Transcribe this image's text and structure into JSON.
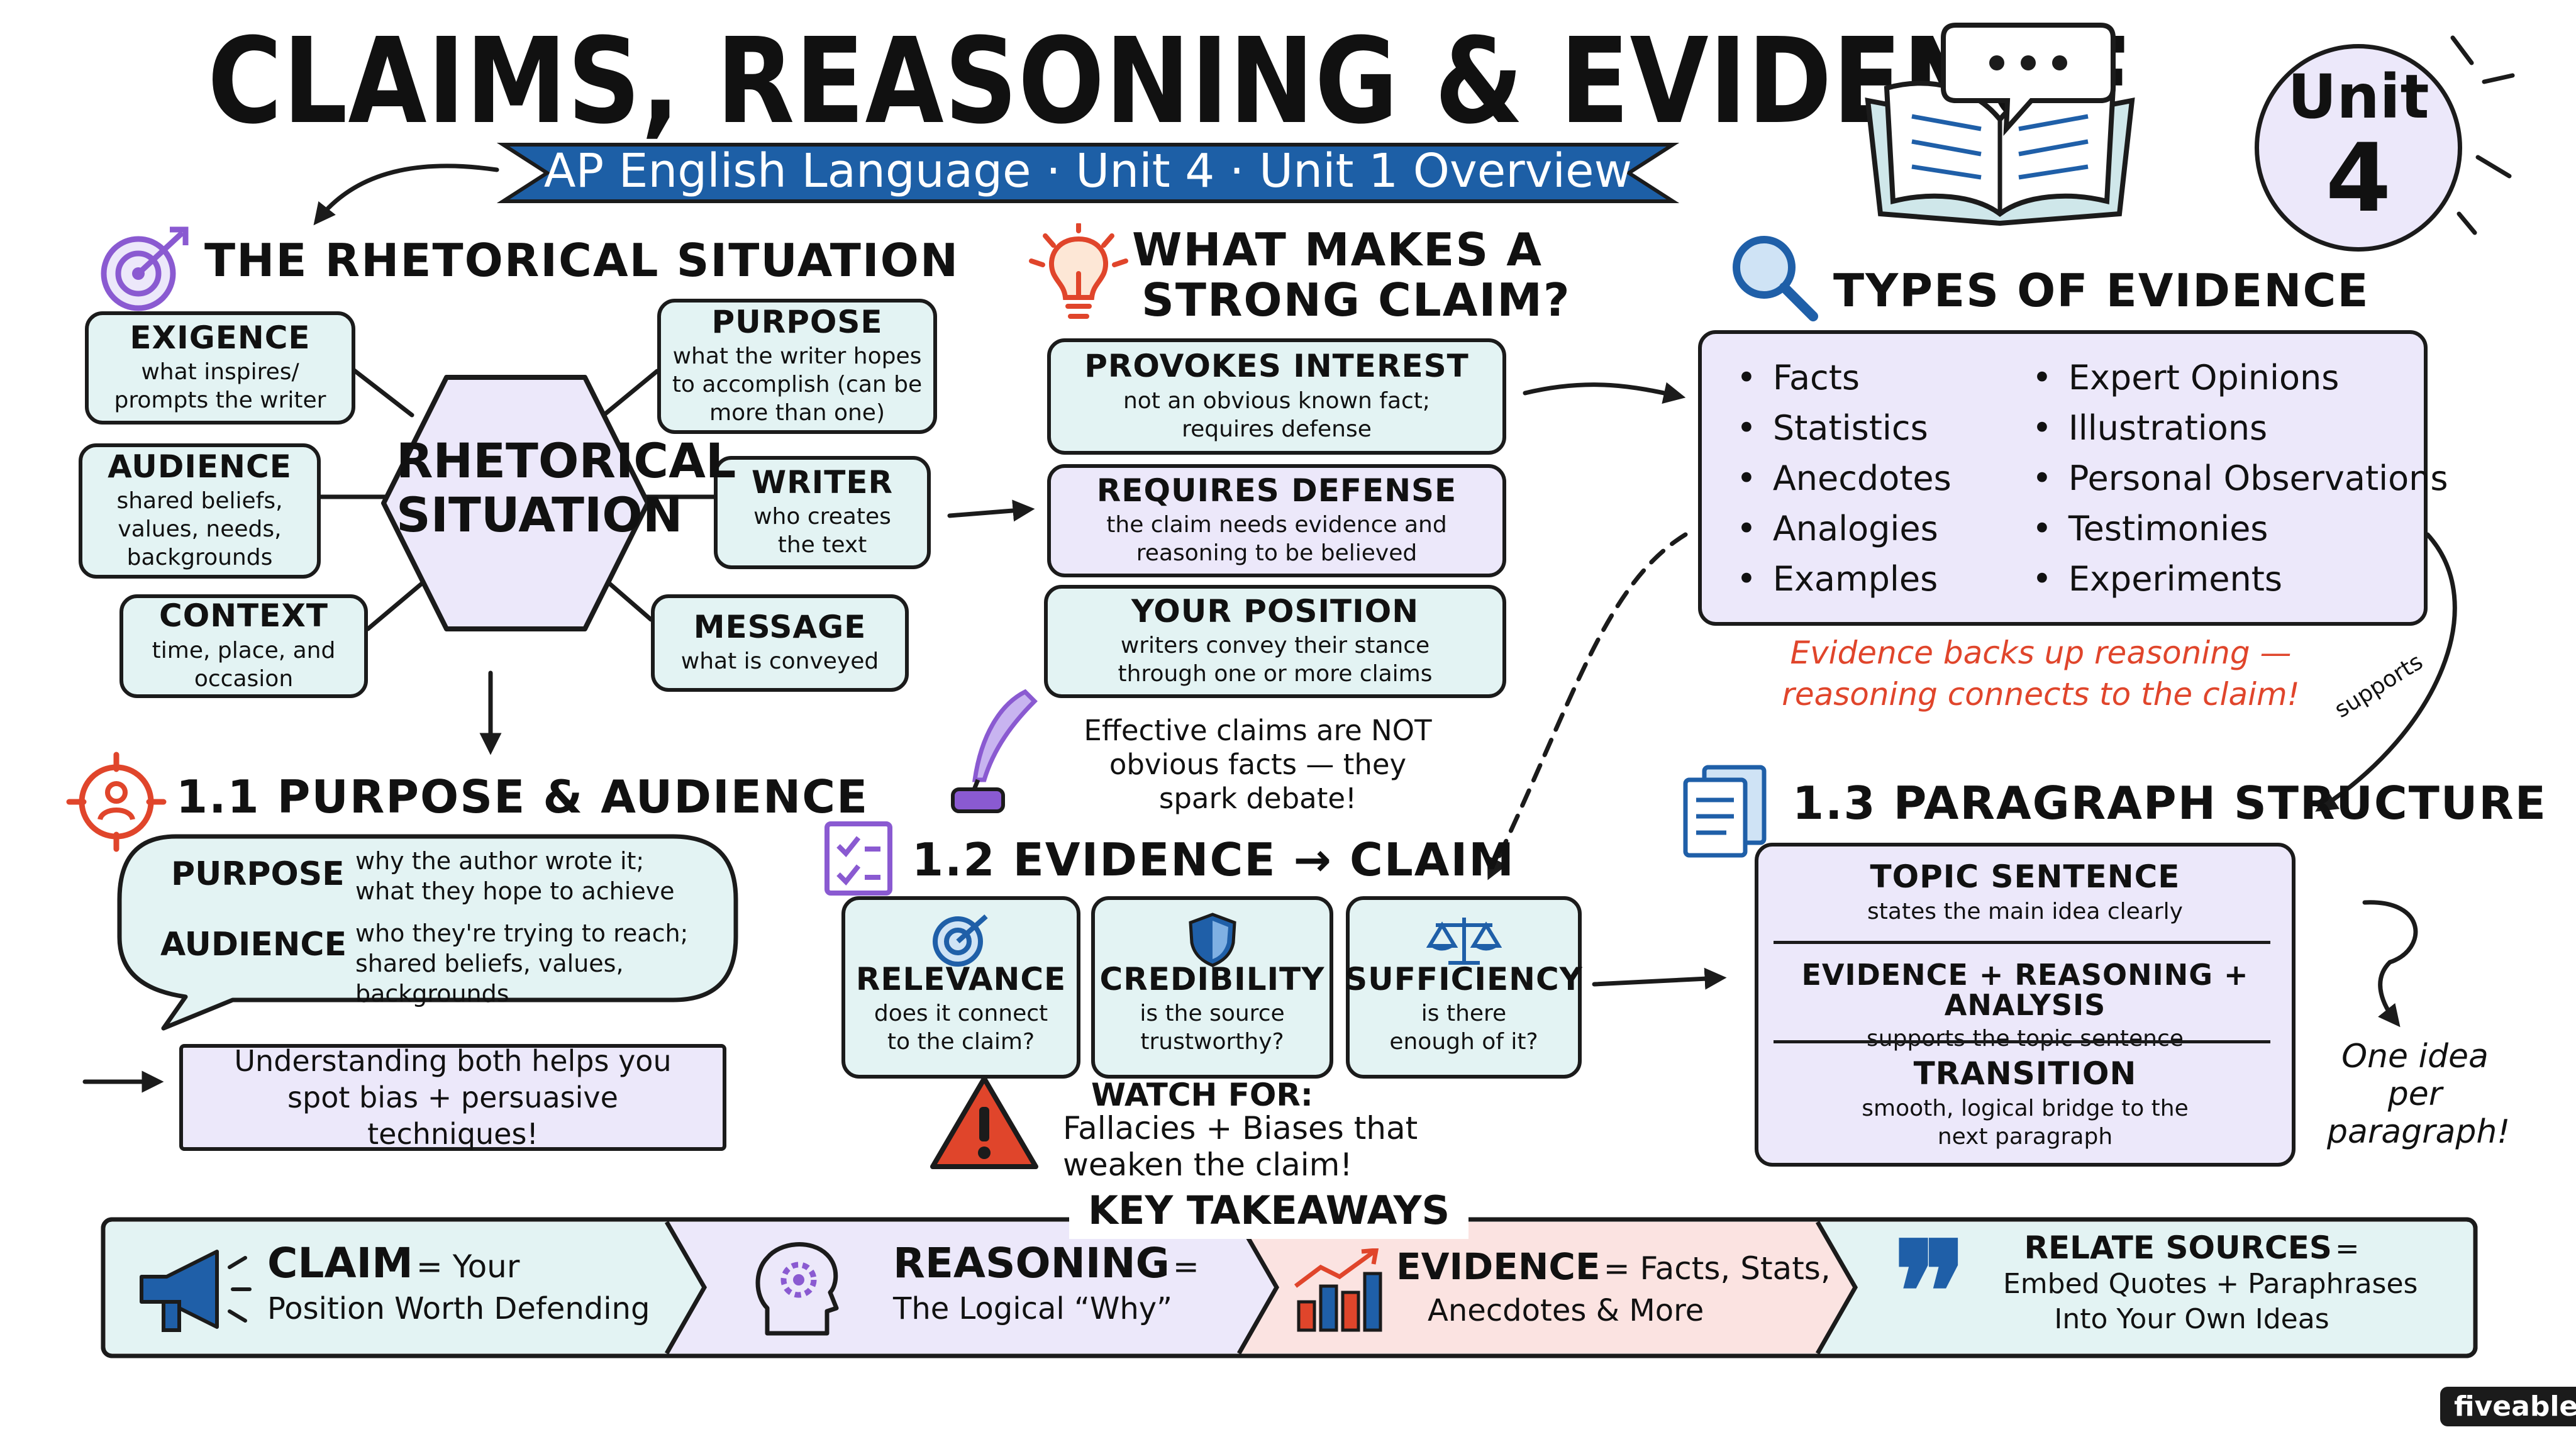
{
  "title": "CLAIMS, REASONING & EVIDENCE",
  "subtitle": "AP English Language · Unit 4 · Unit 1 Overview",
  "unit_badge": {
    "label": "Unit",
    "number": "4"
  },
  "rhetorical": {
    "heading": "THE RHETORICAL SITUATION",
    "center": "RHETORICAL SITUATION",
    "nodes": [
      {
        "title": "EXIGENCE",
        "desc": "what inspires/ prompts the writer"
      },
      {
        "title": "AUDIENCE",
        "desc": "shared beliefs, values, needs, backgrounds"
      },
      {
        "title": "CONTEXT",
        "desc": "time, place, and occasion"
      },
      {
        "title": "PURPOSE",
        "desc": "what the writer hopes to accomplish (can be more than one)"
      },
      {
        "title": "WRITER",
        "desc": "who creates the text"
      },
      {
        "title": "MESSAGE",
        "desc": "what is conveyed"
      }
    ]
  },
  "strong_claim": {
    "heading_line1": "WHAT MAKES A",
    "heading_line2": "STRONG CLAIM?",
    "items": [
      {
        "title": "PROVOKES INTEREST",
        "desc": "not an obvious known fact; requires defense"
      },
      {
        "title": "REQUIRES DEFENSE",
        "desc": "the claim needs evidence and reasoning to be believed"
      },
      {
        "title": "YOUR POSITION",
        "desc": "writers convey their stance through one or more claims"
      }
    ],
    "note": "Effective claims are NOT obvious facts — they spark debate!"
  },
  "evidence_types": {
    "heading": "TYPES OF EVIDENCE",
    "left": [
      "Facts",
      "Statistics",
      "Anecdotes",
      "Analogies",
      "Examples"
    ],
    "right": [
      "Expert Opinions",
      "Illustrations",
      "Personal Observations",
      "Testimonies",
      "Experiments"
    ],
    "note": "Evidence backs up reasoning — reasoning connects to the claim!",
    "supports_label": "supports"
  },
  "purpose_audience": {
    "heading": "1.1 PURPOSE & AUDIENCE",
    "rows": [
      {
        "term": "PURPOSE",
        "desc": "why the author wrote it; what they hope to achieve"
      },
      {
        "term": "AUDIENCE",
        "desc": "who they're trying to reach; shared beliefs, values, backgrounds"
      }
    ],
    "note": "Understanding both helps you spot bias + persuasive techniques!"
  },
  "evidence_claim": {
    "heading": "1.2 EVIDENCE → CLAIM",
    "criteria": [
      {
        "title": "RELEVANCE",
        "desc": "does it connect to the claim?"
      },
      {
        "title": "CREDIBILITY",
        "desc": "is the source trustworthy?"
      },
      {
        "title": "SUFFICIENCY",
        "desc": "is there enough of it?"
      }
    ],
    "watch_title": "WATCH FOR:",
    "watch_desc": "Fallacies + Biases that weaken the claim!"
  },
  "paragraph": {
    "heading": "1.3 PARAGRAPH STRUCTURE",
    "parts": [
      {
        "title": "TOPIC SENTENCE",
        "desc": "states the main idea clearly"
      },
      {
        "title": "EVIDENCE + REASONING + ANALYSIS",
        "desc": "supports the topic sentence"
      },
      {
        "title": "TRANSITION",
        "desc": "smooth, logical bridge to the next paragraph"
      }
    ],
    "note": "One idea per paragraph!"
  },
  "takeaways": {
    "heading": "KEY TAKEAWAYS",
    "items": [
      {
        "term": "CLAIM",
        "rest": "= Your",
        "line2": "Position Worth Defending"
      },
      {
        "term": "REASONING",
        "rest": "=",
        "line2": "The Logical “Why”"
      },
      {
        "term": "EVIDENCE",
        "rest": "= Facts, Stats,",
        "line2": "Anecdotes & More"
      },
      {
        "term": "RELATE SOURCES",
        "rest": "=",
        "line2": "Embed Quotes + Paraphrases",
        "line3": "Into Your Own Ideas"
      }
    ]
  },
  "brand": "fiveable",
  "colors": {
    "ink": "#1b1b1b",
    "banner": "#1d5fa6",
    "blue_fill": "#e3f3f3",
    "lavender_fill": "#ece8fa",
    "pink_fill": "#fbe3e1",
    "red_accent": "#e0452b",
    "purple_accent": "#8a5ad1",
    "icon_blue": "#1f5fa8"
  }
}
